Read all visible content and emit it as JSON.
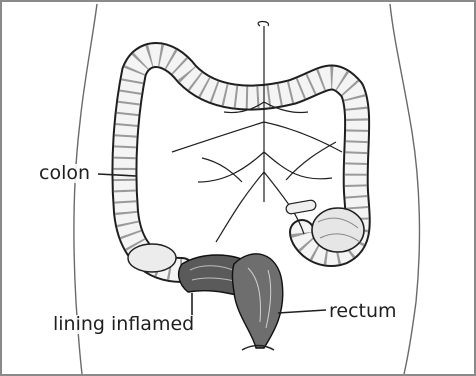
{
  "diagram": {
    "labels": {
      "colon": "colon",
      "lining": "lining inflamed",
      "rectum": "rectum"
    },
    "colors": {
      "ink": "#1f1f1f",
      "shading": "#9a9a9a",
      "border": "#8a8a8a"
    }
  }
}
